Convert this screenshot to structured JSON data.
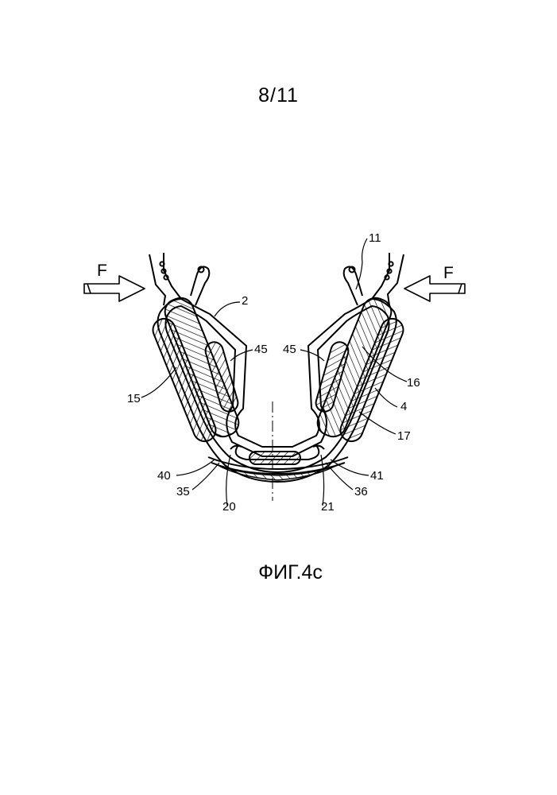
{
  "sheet": {
    "number": "8/11"
  },
  "figure": {
    "caption": "ФИГ.4с",
    "force_label": "F",
    "labels": {
      "l2": "2",
      "l4": "4",
      "l11": "11",
      "l15": "15",
      "l16": "16",
      "l17": "17",
      "l20": "20",
      "l21": "21",
      "l35": "35",
      "l36": "36",
      "l40": "40",
      "l41": "41",
      "l45a": "45",
      "l45b": "45"
    }
  }
}
